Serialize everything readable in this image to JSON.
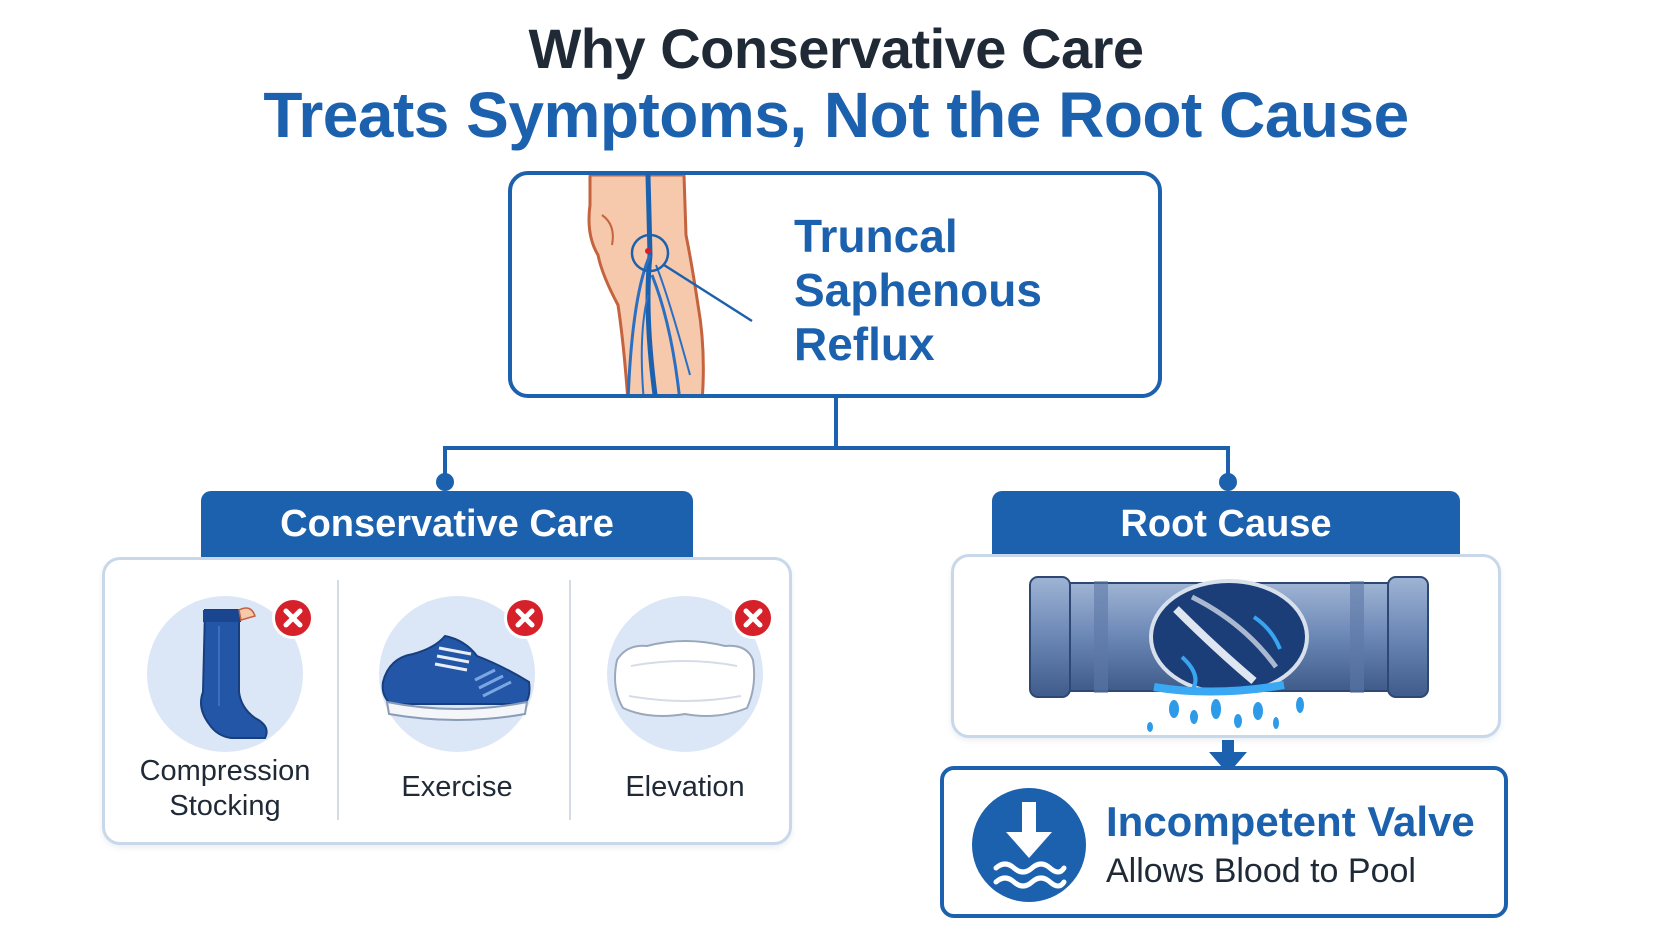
{
  "title": {
    "line1": "Why Conservative Care",
    "line2": "Treats Symptoms, Not the Root Cause"
  },
  "condition": {
    "line1": "Truncal",
    "line2": "Saphenous",
    "line3": "Reflux",
    "icon": "leg-vein-icon"
  },
  "conservative_care": {
    "header": "Conservative Care",
    "items": [
      {
        "label_line1": "Compression",
        "label_line2": "Stocking",
        "icon": "compression-stocking-icon",
        "status_icon": "red-x-icon"
      },
      {
        "label_line1": "Exercise",
        "icon": "sneaker-icon",
        "status_icon": "red-x-icon"
      },
      {
        "label_line1": "Elevation",
        "icon": "pillow-icon",
        "status_icon": "red-x-icon"
      }
    ]
  },
  "root_cause": {
    "header": "Root Cause",
    "illustration": "leaking-pipe-icon",
    "result_title": "Incompetent Valve",
    "result_subtitle": "Allows Blood to Pool",
    "result_icon": "down-arrow-water-icon"
  },
  "colors": {
    "primary_blue": "#1c61ae",
    "dark_text": "#1f2a36",
    "x_red": "#d6202a",
    "icon_circle_bg": "#dbe7f6"
  }
}
